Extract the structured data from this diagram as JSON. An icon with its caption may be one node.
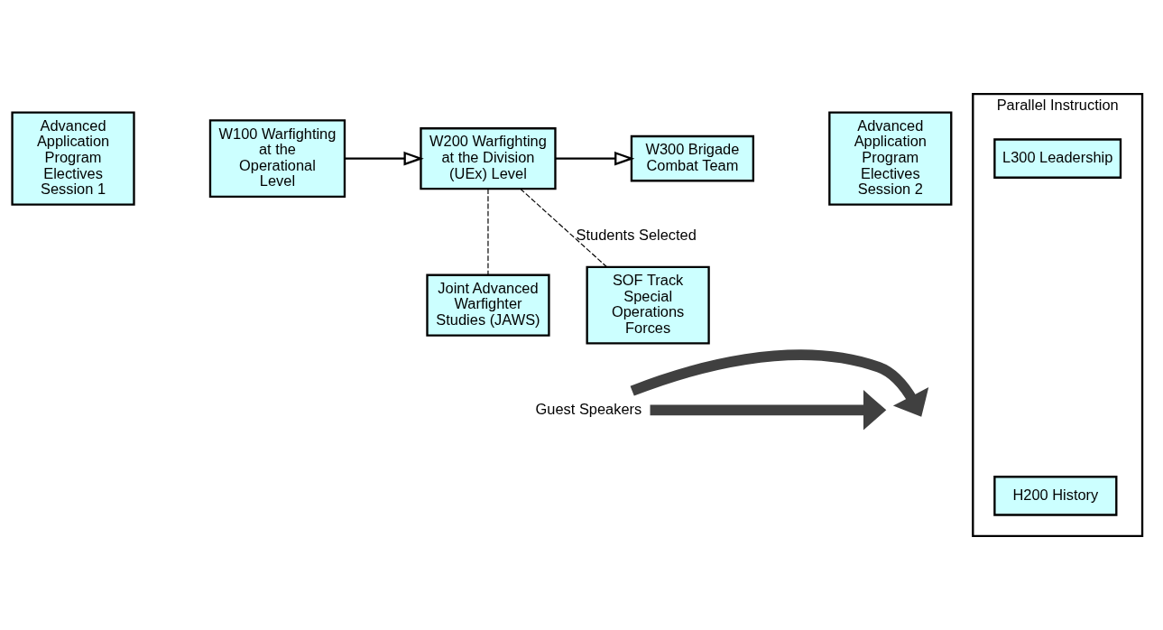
{
  "diagram": {
    "nodes": [
      {
        "text": [
          "Advanced Application Program Electives Session 1"
        ]
      },
      {
        "text": [
          "W100 Warfighting at the Operational Level"
        ]
      },
      {
        "text": [
          "W200 Warfighting at the Division (UEx) Level"
        ]
      },
      {
        "text": [
          "W300 Brigade Combat Team"
        ]
      },
      {
        "text": [
          "Advanced Application Program Electives Session 2"
        ]
      },
      {
        "text": [
          "SOF Track Special Operations Forces"
        ]
      },
      {
        "text": [
          "Joint Advanced Warfighter Studies (JAWS)"
        ]
      },
      {
        "text": [
          "Guest Speakers"
        ]
      },
      {
        "text": [
          "Parallel Instruction"
        ]
      },
      {
        "text": [
          "H200 History"
        ],
        "in": 8
      },
      {
        "text": [
          "L300 Leadership"
        ],
        "in": 8
      }
    ],
    "edges": [
      {
        "from": 1,
        "to": 2,
        "arrow": "to"
      },
      {
        "from": 2,
        "to": 3,
        "arrow": "to"
      },
      {
        "from": 2,
        "to": 5,
        "arrow": "none",
        "style": "dashed",
        "label": "Students Selected"
      },
      {
        "from": 2,
        "to": 6,
        "arrow": "none",
        "style": "dashed"
      },
      {
        "from": 7,
        "to": null,
        "arrow": "to",
        "style": "thick",
        "color": "#404040"
      },
      {
        "from": 7,
        "to": null,
        "arrow": "to",
        "style": "thick",
        "color": "#404040"
      }
    ]
  }
}
